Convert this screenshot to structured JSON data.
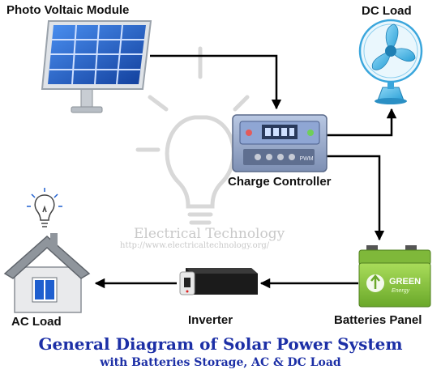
{
  "labels": {
    "pv_module": "Photo Voltaic Module",
    "dc_load": "DC Load",
    "charge_controller": "Charge Controller",
    "ac_load": "AC Load",
    "inverter": "Inverter",
    "batteries_panel": "Batteries Panel"
  },
  "watermark": {
    "title": "Electrical Technology",
    "url": "http://www.electricaltechnology.org/"
  },
  "title": {
    "main": "General Diagram of Solar Power System",
    "sub": "with Batteries Storage, AC & DC Load"
  },
  "battery_text": {
    "brand": "GREEN",
    "tag": "Energy"
  },
  "controller_text": {
    "badge": "PWM"
  },
  "colors": {
    "title_blue": "#1c2fa6",
    "panel_blue": "#1f5fcf",
    "battery_green": "#8cc63f",
    "fan_blue": "#4ab6e6"
  }
}
